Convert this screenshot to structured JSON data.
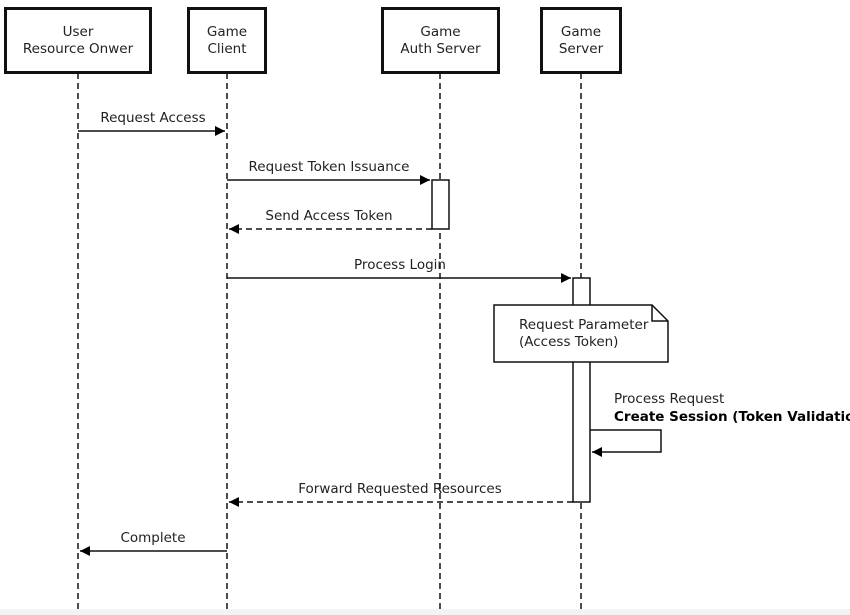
{
  "participants": [
    {
      "id": "user",
      "line1": "User",
      "line2": "Resource Onwer"
    },
    {
      "id": "client",
      "line1": "Game",
      "line2": "Client"
    },
    {
      "id": "auth",
      "line1": "Game",
      "line2": "Auth Server"
    },
    {
      "id": "server",
      "line1": "Game",
      "line2": "Server"
    }
  ],
  "messages": [
    {
      "label": "Request Access",
      "from": "user",
      "to": "client",
      "style": "solid"
    },
    {
      "label": "Request Token Issuance",
      "from": "client",
      "to": "auth",
      "style": "solid"
    },
    {
      "label": "Send Access Token",
      "from": "auth",
      "to": "client",
      "style": "dashed"
    },
    {
      "label": "Process Login",
      "from": "client",
      "to": "server",
      "style": "solid"
    },
    {
      "label": "Forward Requested Resources",
      "from": "server",
      "to": "client",
      "style": "dashed"
    },
    {
      "label": "Complete",
      "from": "client",
      "to": "user",
      "style": "solid"
    }
  ],
  "note": {
    "line1": "Request Parameter",
    "line2": "(Access Token)"
  },
  "self_message": {
    "line1": "Process Request",
    "line2": "Create Session (Token Validation)"
  }
}
